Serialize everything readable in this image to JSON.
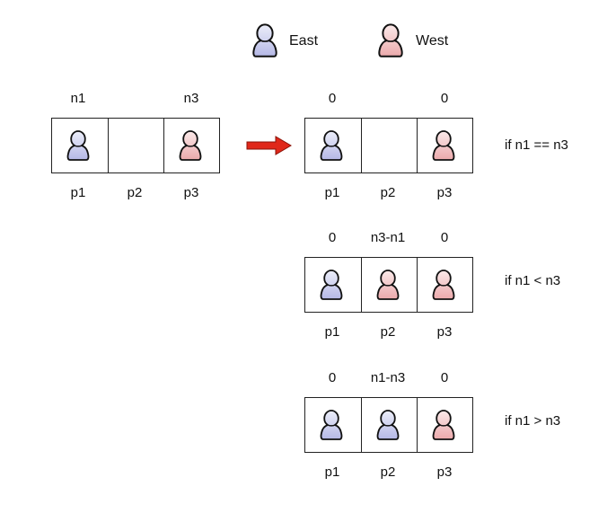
{
  "colors": {
    "east_fill_top": "#eceef9",
    "east_fill_bottom": "#b5b8e6",
    "west_fill_top": "#fbeaea",
    "west_fill_bottom": "#eba9ab",
    "outline": "#111111",
    "arrow": "#e0281a"
  },
  "legend": {
    "east_label": "East",
    "west_label": "West",
    "east_icon": "person-east-icon",
    "west_icon": "person-west-icon"
  },
  "initial": {
    "top_labels": [
      "n1",
      "",
      "n3"
    ],
    "occupants": [
      "east",
      "empty",
      "west"
    ],
    "bottom_labels": [
      "p1",
      "p2",
      "p3"
    ]
  },
  "results": [
    {
      "top_labels": [
        "0",
        "",
        "0"
      ],
      "occupants": [
        "east",
        "empty",
        "west"
      ],
      "bottom_labels": [
        "p1",
        "p2",
        "p3"
      ],
      "condition": "if n1 == n3"
    },
    {
      "top_labels": [
        "0",
        "n3-n1",
        "0"
      ],
      "occupants": [
        "east",
        "west",
        "west"
      ],
      "bottom_labels": [
        "p1",
        "p2",
        "p3"
      ],
      "condition": "if n1 < n3"
    },
    {
      "top_labels": [
        "0",
        "n1-n3",
        "0"
      ],
      "occupants": [
        "east",
        "east",
        "west"
      ],
      "bottom_labels": [
        "p1",
        "p2",
        "p3"
      ],
      "condition": "if n1 > n3"
    }
  ]
}
